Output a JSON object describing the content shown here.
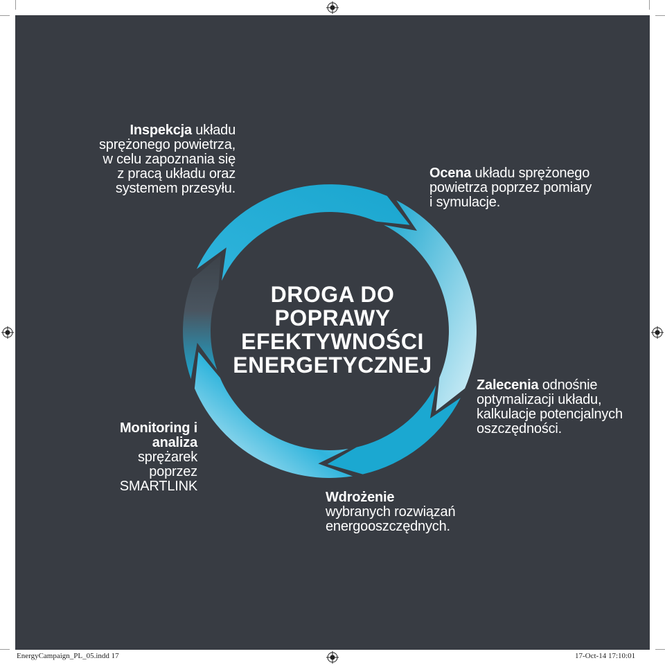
{
  "diagram": {
    "title_lines": [
      "DROGA DO",
      "POPRAWY",
      "EFEKTYWNOŚCI",
      "ENERGETYCZNEJ"
    ],
    "steps": [
      {
        "id": "inspekcja",
        "lead": "Inspekcja",
        "lines": [
          " układu",
          "sprężonego powietrza,",
          "w celu zapoznania się",
          "z pracą układu oraz",
          "systemem przesyłu."
        ]
      },
      {
        "id": "ocena",
        "lead": "Ocena",
        "lines": [
          " układu sprężonego",
          "powietrza poprzez pomiary",
          "i symulacje."
        ]
      },
      {
        "id": "zalecenia",
        "lead": "Zalecenia",
        "lines": [
          " odnośnie",
          "optymalizacji układu,",
          "kalkulacje potencjalnych",
          "oszczędności."
        ]
      },
      {
        "id": "wdrozenie",
        "lead": "Wdrożenie",
        "lines": [
          "wybranych rozwiązań",
          "energooszczędnych."
        ]
      },
      {
        "id": "monitoring",
        "lead_lines": [
          "Monitoring i",
          "analiza"
        ],
        "lines": [
          "sprężarek",
          "poprzez",
          "SMARTLINK"
        ]
      }
    ],
    "colors": {
      "background": "#383c43",
      "ring_primary": "#1aa6cf",
      "ring_light": "#bfe6f3",
      "ring_dark": "#4a5560",
      "text": "#ffffff"
    }
  },
  "print_marks": {
    "file_slug": "EnergyCampaign_PL_05.indd   17",
    "timestamp": "17-Oct-14   17:10:01",
    "icons": [
      "registration-mark-icon"
    ]
  }
}
